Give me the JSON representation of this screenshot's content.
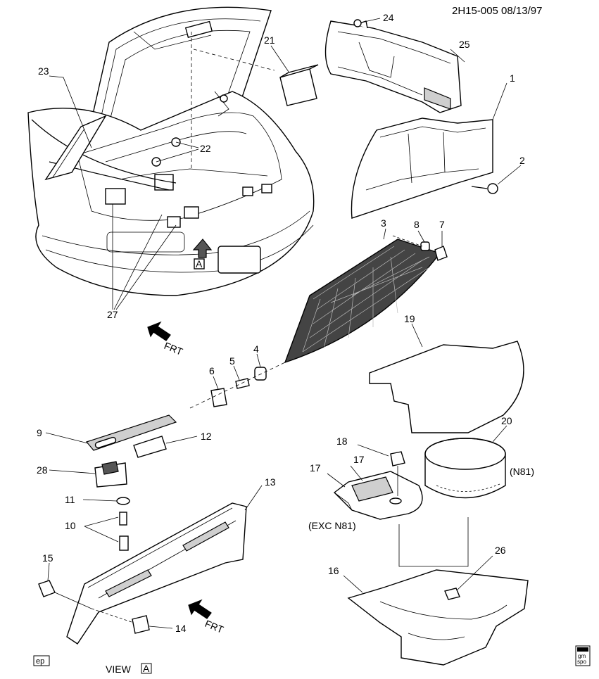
{
  "header": {
    "drawing_id": "2H15-005 08/13/97"
  },
  "callouts": [
    {
      "id": "c1",
      "text": "1"
    },
    {
      "id": "c2",
      "text": "2"
    },
    {
      "id": "c3",
      "text": "3"
    },
    {
      "id": "c4",
      "text": "4"
    },
    {
      "id": "c5",
      "text": "5"
    },
    {
      "id": "c6",
      "text": "6"
    },
    {
      "id": "c7",
      "text": "7"
    },
    {
      "id": "c8",
      "text": "8"
    },
    {
      "id": "c9",
      "text": "9"
    },
    {
      "id": "c10",
      "text": "10"
    },
    {
      "id": "c11",
      "text": "11"
    },
    {
      "id": "c12",
      "text": "12"
    },
    {
      "id": "c13",
      "text": "13"
    },
    {
      "id": "c14",
      "text": "14"
    },
    {
      "id": "c15",
      "text": "15"
    },
    {
      "id": "c16",
      "text": "16"
    },
    {
      "id": "c17a",
      "text": "17"
    },
    {
      "id": "c17b",
      "text": "17"
    },
    {
      "id": "c18",
      "text": "18"
    },
    {
      "id": "c19",
      "text": "19"
    },
    {
      "id": "c20",
      "text": "20"
    },
    {
      "id": "c21",
      "text": "21"
    },
    {
      "id": "c22",
      "text": "22"
    },
    {
      "id": "c23",
      "text": "23"
    },
    {
      "id": "c24",
      "text": "24"
    },
    {
      "id": "c25",
      "text": "25"
    },
    {
      "id": "c26",
      "text": "26"
    },
    {
      "id": "c27",
      "text": "27"
    },
    {
      "id": "c28",
      "text": "28"
    }
  ],
  "labels": {
    "n81": "(N81)",
    "exc_n81": "(EXC N81)",
    "frt": "FRT",
    "view_a": "VIEW",
    "view_a_letter": "A",
    "marker_a": "A",
    "ep": "ep",
    "gm_spo_top": "gm",
    "gm_spo_bottom": "spo"
  }
}
